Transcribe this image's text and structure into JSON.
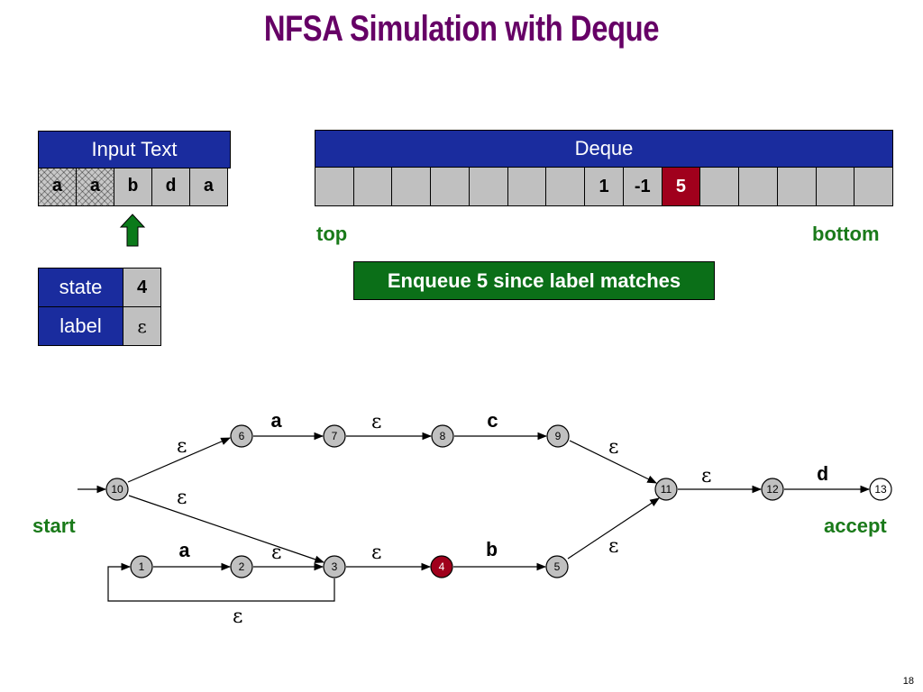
{
  "title": "NFSA Simulation with Deque",
  "input_text": {
    "header": "Input Text",
    "chars": [
      {
        "ch": "a",
        "consumed": true
      },
      {
        "ch": "a",
        "consumed": true
      },
      {
        "ch": "b",
        "consumed": false
      },
      {
        "ch": "d",
        "consumed": false
      },
      {
        "ch": "a",
        "consumed": false
      }
    ],
    "pointer_index": 2,
    "pointer_color": "#0b7a1a"
  },
  "deque": {
    "header": "Deque",
    "cells": [
      "",
      "",
      "",
      "",
      "",
      "",
      "",
      "1",
      "-1",
      "5",
      "",
      "",
      "",
      "",
      ""
    ],
    "highlight_index": 9,
    "top_label": "top",
    "bottom_label": "bottom"
  },
  "status_message": "Enqueue 5 since label matches",
  "state_table": {
    "state_label": "state",
    "state_value": "4",
    "label_label": "label",
    "label_value": "ε"
  },
  "nfa": {
    "start_label": "start",
    "accept_label": "accept",
    "current_state": "4",
    "highlight_color": "#a0001c",
    "nodes": [
      "1",
      "2",
      "3",
      "4",
      "5",
      "6",
      "7",
      "8",
      "9",
      "10",
      "11",
      "12",
      "13"
    ],
    "edge_labels": [
      "a",
      "ε",
      "ε",
      "c",
      "ε",
      "ε",
      "d",
      "ε",
      "a",
      "ε",
      "ε",
      "b",
      "ε",
      "ε"
    ]
  },
  "page_number": "18"
}
